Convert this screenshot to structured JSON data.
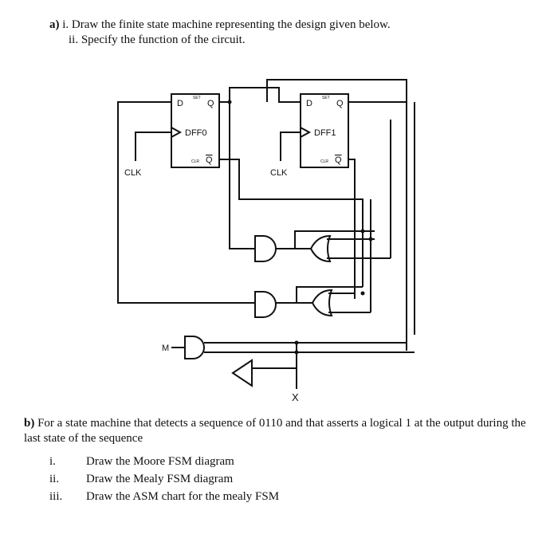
{
  "part_a": {
    "label": "a)",
    "item_i": "i.  Draw the finite state machine representing the design given below.",
    "item_ii": "ii. Specify the function of the circuit."
  },
  "circuit": {
    "dff0": {
      "name": "DFF0",
      "d": "D",
      "q": "Q",
      "qbar": "Q",
      "set": "SET",
      "clr": "CLR"
    },
    "dff1": {
      "name": "DFF1",
      "d": "D",
      "q": "Q",
      "qbar": "Q",
      "set": "SET",
      "clr": "CLR"
    },
    "clk0": "CLK",
    "clk1": "CLK",
    "input_m": "M",
    "output_x": "X"
  },
  "part_b": {
    "label": "b)",
    "text": "For a state machine that detects a sequence of 0110 and that asserts a logical 1 at the output during the last state of the sequence",
    "items": [
      {
        "num": "i.",
        "text": "Draw the Moore FSM diagram"
      },
      {
        "num": "ii.",
        "text": "Draw the Mealy FSM diagram"
      },
      {
        "num": "iii.",
        "text": "Draw the ASM chart for the mealy FSM"
      }
    ]
  }
}
